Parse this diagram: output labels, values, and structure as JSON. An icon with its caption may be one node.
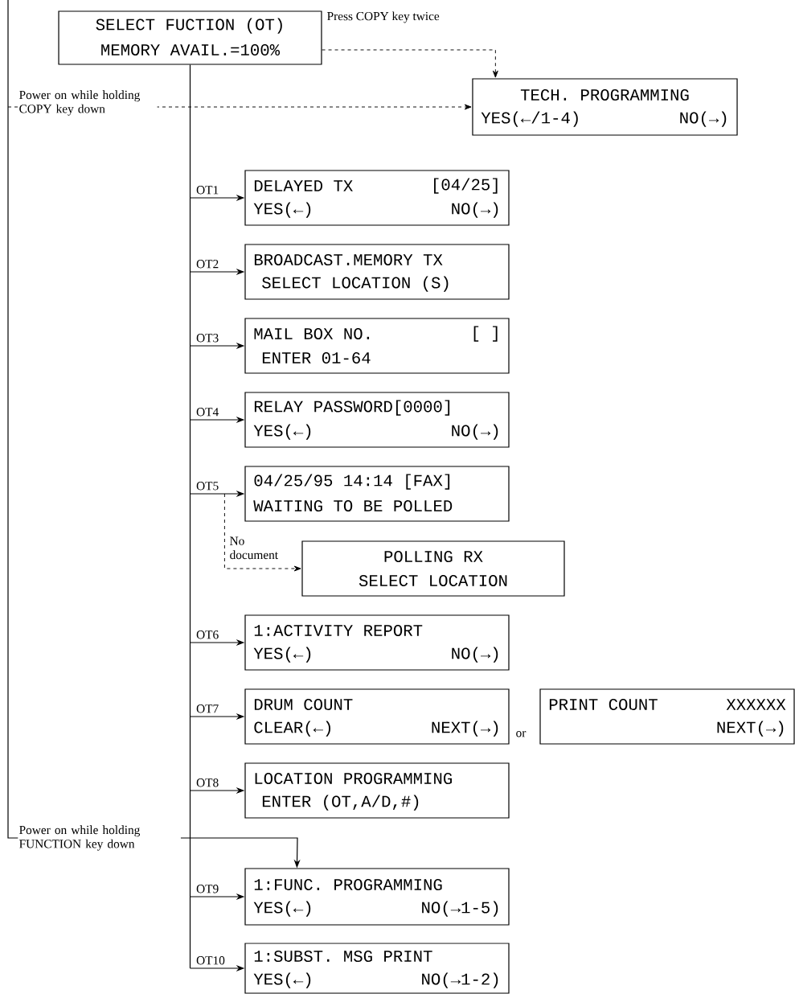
{
  "diagram": {
    "nodes": [
      {
        "text": [
          "SELECT FUCTION (OT)",
          "MEMORY AVAIL.=100%"
        ]
      },
      {
        "text": [
          "TECH. PROGRAMMING",
          "YES(←/1-4)",
          "NO(→)"
        ]
      },
      {
        "text": [
          "DELAYED TX",
          "[04/25]",
          "YES(←)",
          "NO(→)"
        ]
      },
      {
        "text": [
          "BROADCAST.MEMORY TX",
          "SELECT LOCATION (S)"
        ]
      },
      {
        "text": [
          "MAIL BOX NO.",
          "[ ]",
          "ENTER 01-64"
        ]
      },
      {
        "text": [
          "RELAY PASSWORD[0000]",
          "YES(←)",
          "NO(→)"
        ]
      },
      {
        "text": [
          "04/25/95 14:14 [FAX]",
          "WAITING TO BE POLLED"
        ]
      },
      {
        "text": [
          "POLLING RX",
          "SELECT LOCATION"
        ]
      },
      {
        "text": [
          "1:ACTIVITY REPORT",
          "YES(←)",
          "NO(→)"
        ]
      },
      {
        "text": [
          "DRUM COUNT",
          "CLEAR(←)",
          "NEXT(→)"
        ]
      },
      {
        "text": [
          "PRINT COUNT",
          "XXXXXX",
          "NEXT(→)"
        ]
      },
      {
        "text": [
          "LOCATION PROGRAMMING",
          "ENTER (OT,A/D,#)"
        ]
      },
      {
        "text": [
          "1:FUNC. PROGRAMMING",
          "YES(←)",
          "NO(→1-5)"
        ]
      },
      {
        "text": [
          "1:SUBST. MSG PRINT",
          "YES(←)",
          "NO(→1-2)"
        ]
      }
    ],
    "edges": [
      {
        "from": 0,
        "to": 1,
        "arrow": "to",
        "label": "Press COPY key twice",
        "style": "dashed"
      },
      {
        "from": null,
        "to": 1,
        "arrow": "to",
        "label": "Power on while holding COPY key down",
        "style": "dashed"
      },
      {
        "from": 0,
        "to": 2,
        "arrow": "to",
        "label": "OT1"
      },
      {
        "from": 0,
        "to": 3,
        "arrow": "to",
        "label": "OT2"
      },
      {
        "from": 0,
        "to": 4,
        "arrow": "to",
        "label": "OT3"
      },
      {
        "from": 0,
        "to": 5,
        "arrow": "to",
        "label": "OT4"
      },
      {
        "from": 0,
        "to": 6,
        "arrow": "to",
        "label": "OT5"
      },
      {
        "from": 6,
        "to": 7,
        "arrow": "to",
        "label": "No document",
        "style": "dashed"
      },
      {
        "from": 0,
        "to": 8,
        "arrow": "to",
        "label": "OT6"
      },
      {
        "from": 0,
        "to": 9,
        "arrow": "to",
        "label": "OT7"
      },
      {
        "from": 0,
        "to": 11,
        "arrow": "to",
        "label": "OT8"
      },
      {
        "from": null,
        "to": 12,
        "arrow": "to",
        "label": "Power on while holding FUNCTION key down"
      },
      {
        "from": 0,
        "to": 12,
        "arrow": "to",
        "label": "OT9"
      },
      {
        "from": 0,
        "to": 13,
        "arrow": "to",
        "label": "OT10"
      }
    ],
    "labels": [
      "or"
    ]
  }
}
